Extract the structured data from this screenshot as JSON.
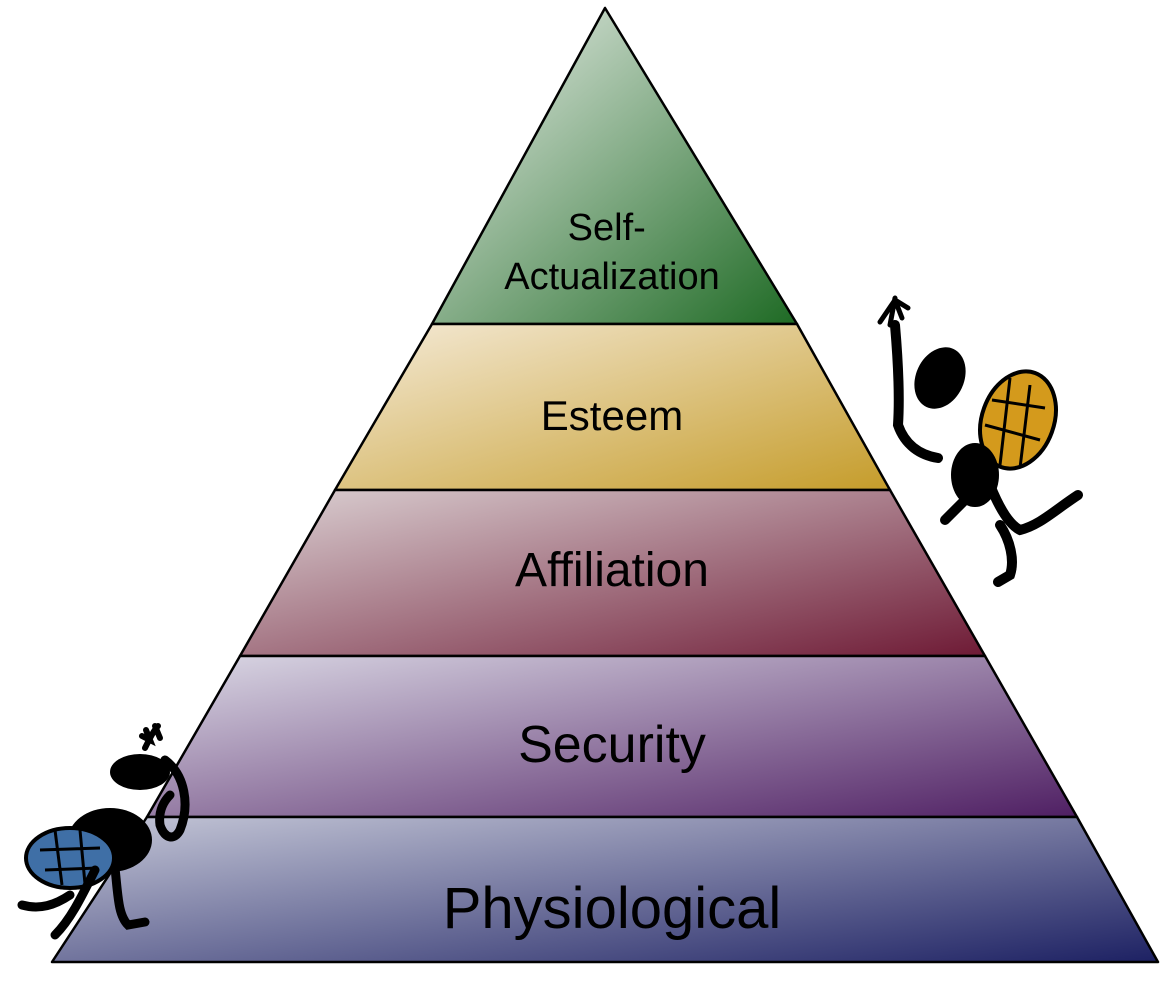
{
  "diagram": {
    "tiers": [
      {
        "key": "self_actualization",
        "label_lines": [
          "Self-",
          "Actualization"
        ],
        "color_light": "#eef1ee",
        "color_dark": "#1e6a24"
      },
      {
        "key": "esteem",
        "label_lines": [
          "Esteem"
        ],
        "color_light": "#f5ebd9",
        "color_dark": "#c59c2a"
      },
      {
        "key": "affiliation",
        "label_lines": [
          "Affiliation"
        ],
        "color_light": "#dcd2d4",
        "color_dark": "#6e1a35"
      },
      {
        "key": "security",
        "label_lines": [
          "Security"
        ],
        "color_light": "#dcdae6",
        "color_dark": "#4f1f63"
      },
      {
        "key": "physiological",
        "label_lines": [
          "Physiological"
        ],
        "color_light": "#c6c8d8",
        "color_dark": "#1d2163"
      }
    ],
    "climbers": [
      {
        "name": "climber-left",
        "pack_color": "#3f6fa6"
      },
      {
        "name": "climber-right",
        "pack_color": "#d49a1c"
      }
    ]
  }
}
